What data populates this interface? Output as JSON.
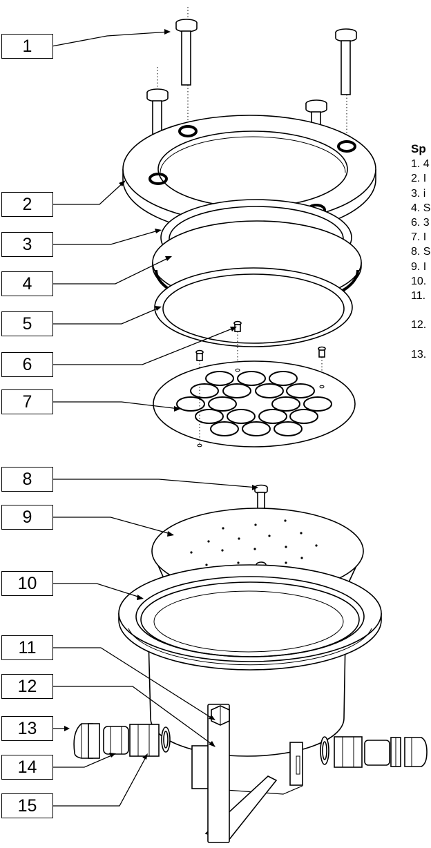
{
  "callouts": [
    "1",
    "2",
    "3",
    "4",
    "5",
    "6",
    "7",
    "8",
    "9",
    "10",
    "11",
    "12",
    "13",
    "14",
    "15"
  ],
  "specs": {
    "title": "Sp",
    "lines": [
      "1. 4",
      "2. I",
      "3. i",
      "4. S",
      "6. 3",
      "7. I",
      "8. S",
      "9. I",
      "10.",
      "11.",
      "",
      "12.",
      "",
      "13."
    ]
  },
  "colors": {
    "line": "#000000",
    "background": "#ffffff"
  }
}
